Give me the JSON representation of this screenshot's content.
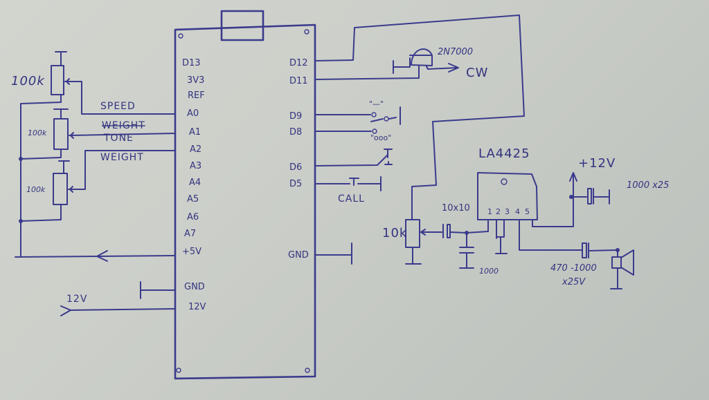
{
  "colors": {
    "ink": "#3a3a8c",
    "paper": "#cdd0ca"
  },
  "module": {
    "left_pins": [
      "D13",
      "3V3",
      "REF",
      "A0",
      "A1",
      "A2",
      "A3",
      "A4",
      "A5",
      "A6",
      "A7",
      "+5V",
      "GND",
      "12V"
    ],
    "right_pins": [
      "D12",
      "D11",
      "D9",
      "D8",
      "D6",
      "D5",
      "GND"
    ]
  },
  "pots": [
    {
      "value": "100k",
      "signal": "SPEED",
      "pin": "A0"
    },
    {
      "value": "100k",
      "signal": "TONE",
      "pin": "A1",
      "struck_label": "WEIGHT"
    },
    {
      "value": "100k",
      "signal": "WEIGHT",
      "pin": "A2"
    }
  ],
  "power": {
    "input_label": "12V",
    "plus12": "+12V"
  },
  "keyer": {
    "transistor": "2N7000",
    "output": "CW",
    "paddle_dash": "\"—\"",
    "paddle_dot": "\"ooo\"",
    "call_button": "CALL"
  },
  "amplifier": {
    "chip": "LA4425",
    "chip_pins": [
      "1",
      "2",
      "3",
      "4",
      "5"
    ],
    "volume_pot": "10k",
    "input_cap": "10x10",
    "bypass_cap": "1000",
    "supply_cap": "1000 x25",
    "output_cap_line1": "470 -1000",
    "output_cap_line2": "x25V"
  }
}
